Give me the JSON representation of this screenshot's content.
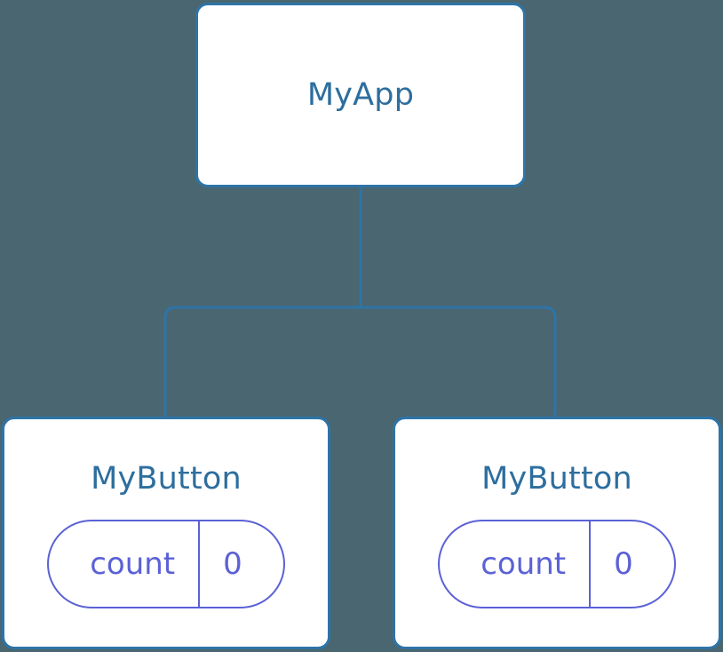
{
  "diagram": {
    "type": "component-tree",
    "background_color": "#4a6670",
    "node_border_color": "#2d74a8",
    "node_fill_color": "#ffffff",
    "node_label_color": "#2d6e9e",
    "state_pill_color": "#5b61d6",
    "connector_color": "#2d74a8",
    "root": {
      "label": "MyApp"
    },
    "children": [
      {
        "label": "MyButton",
        "state": {
          "key": "count",
          "value": "0"
        }
      },
      {
        "label": "MyButton",
        "state": {
          "key": "count",
          "value": "0"
        }
      }
    ]
  }
}
